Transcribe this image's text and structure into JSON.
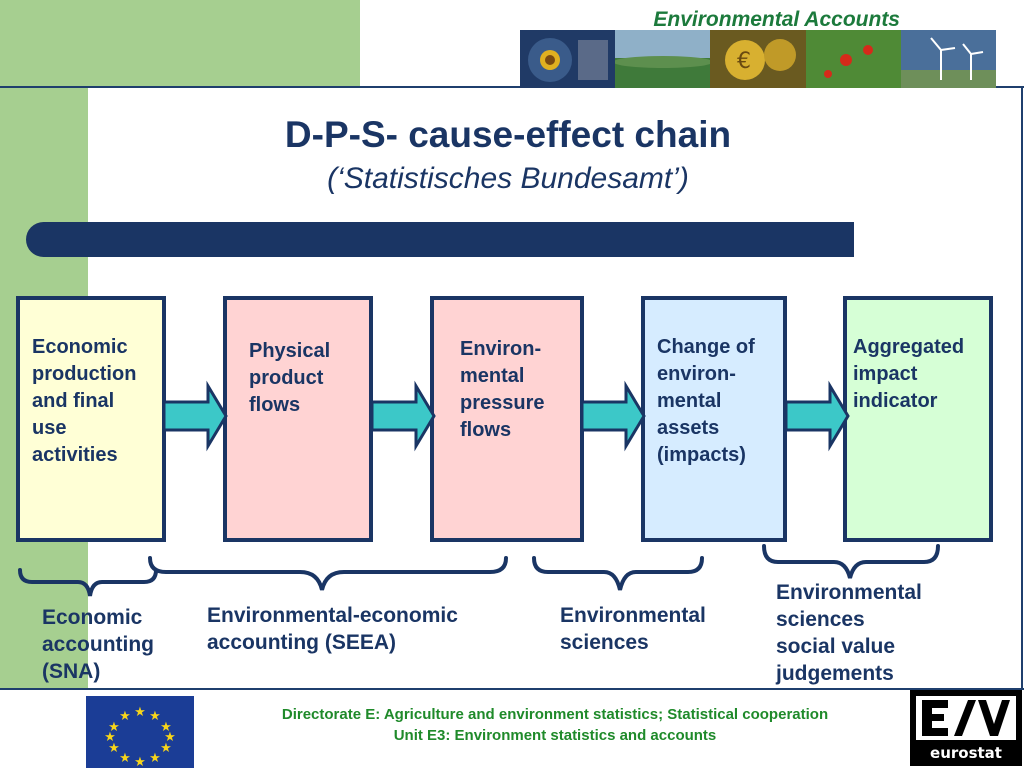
{
  "header": {
    "title": "Environmental Accounts",
    "photos": [
      "sunflower-photo",
      "landscape-photo",
      "euro-coins-photo",
      "poppy-field-photo",
      "wind-turbines-photo"
    ]
  },
  "slide": {
    "title": "D-P-S- cause-effect chain",
    "subtitle": "(‘Statistisches Bundesamt’)"
  },
  "chain": {
    "boxes": [
      {
        "label": "Economic\nproduction\nand final\nuse\nactivities",
        "fill": "#ffffd6"
      },
      {
        "label": "Physical\nproduct\nflows",
        "fill": "#ffd3d3"
      },
      {
        "label": "Environ-\nmental\npressure\nflows",
        "fill": "#ffd3d3"
      },
      {
        "label": "Change of\nenviron-\nmental\nassets\n(impacts)",
        "fill": "#d6ecff"
      },
      {
        "label": "Aggregated\nimpact\nindicator",
        "fill": "#d6ffd6"
      }
    ],
    "arrow_color": "#3cc8c8"
  },
  "braces": [
    {
      "label": "Economic\naccounting\n(SNA)"
    },
    {
      "label": "Environmental-economic\naccounting (SEEA)"
    },
    {
      "label": "Environmental\nsciences"
    },
    {
      "label": "Environmental\nsciences\nsocial value\njudgements"
    }
  ],
  "footer": {
    "line1": "Directorate E: Agriculture and environment statistics; Statistical cooperation",
    "line2": "Unit E3:  Environment statistics and accounts",
    "logo_text": "eurostat"
  },
  "colors": {
    "navy": "#1a3564",
    "green_band": "#a6cf90",
    "footer_green": "#1f8a2a"
  }
}
